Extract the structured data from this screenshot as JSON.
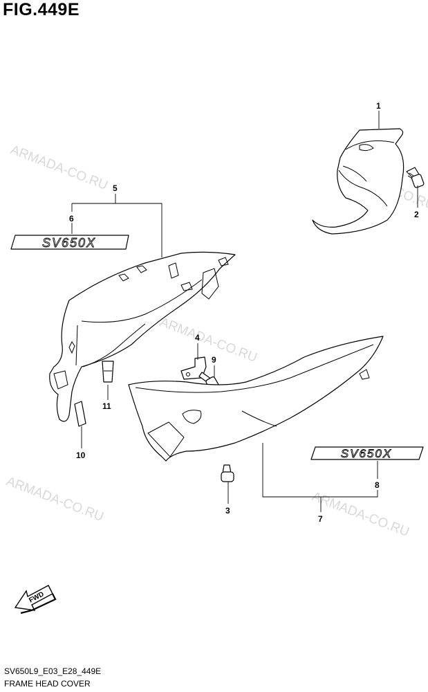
{
  "figure": {
    "title": "FIG.449E",
    "code": "SV650L9_E03_E28_449E",
    "caption": "FRAME HEAD COVER"
  },
  "watermark": "ARMADA-CO.RU",
  "emblem_text": "SV650X",
  "direction_label": "FWD",
  "callouts": [
    "1",
    "2",
    "3",
    "4",
    "5",
    "6",
    "7",
    "8",
    "9",
    "10",
    "11"
  ]
}
